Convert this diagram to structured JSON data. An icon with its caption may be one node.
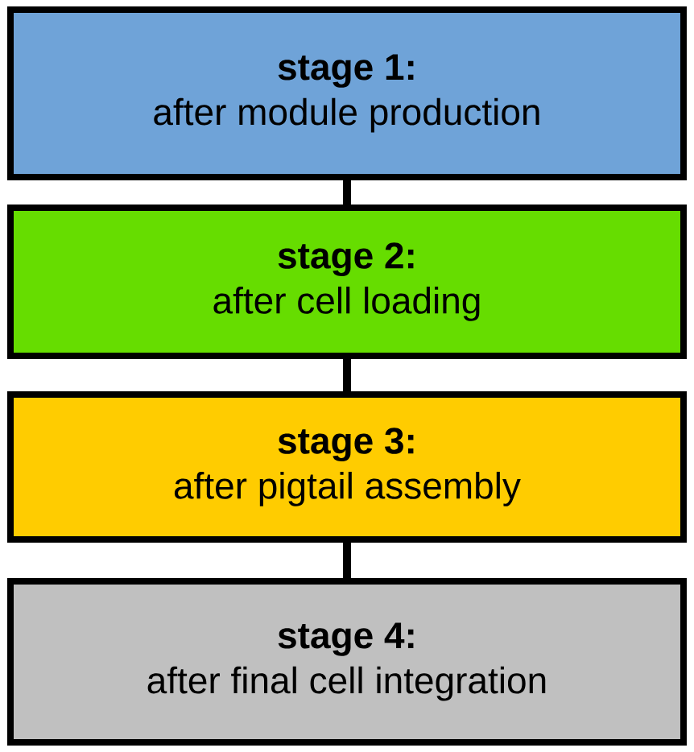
{
  "diagram": {
    "nodes": [
      {
        "text": [
          "stage 1:",
          "after module production"
        ]
      },
      {
        "text": [
          "stage 2:",
          "after cell loading"
        ]
      },
      {
        "text": [
          "stage 3:",
          "after pigtail assembly"
        ]
      },
      {
        "text": [
          "stage 4:",
          "after final cell integration"
        ]
      }
    ],
    "edges": [
      {
        "from": 0,
        "to": 1,
        "arrow": "none"
      },
      {
        "from": 1,
        "to": 2,
        "arrow": "none"
      },
      {
        "from": 2,
        "to": 3,
        "arrow": "none"
      }
    ]
  }
}
